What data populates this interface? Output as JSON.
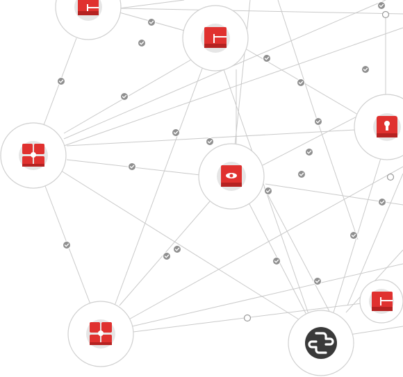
{
  "diagram": {
    "nodes": [
      {
        "id": "node-top-left",
        "icon": "red-block-icon",
        "color": "#e0312f"
      },
      {
        "id": "node-top-center",
        "icon": "red-block-icon",
        "color": "#e0312f"
      },
      {
        "id": "node-right",
        "icon": "red-keyhole-block-icon",
        "color": "#e0312f"
      },
      {
        "id": "node-left",
        "icon": "red-block-cluster-icon",
        "color": "#e0312f"
      },
      {
        "id": "node-center",
        "icon": "red-eye-block-icon",
        "color": "#e0312f"
      },
      {
        "id": "node-bottom-left",
        "icon": "red-block-cluster-icon",
        "color": "#e0312f"
      },
      {
        "id": "node-bottom-right",
        "icon": "red-block-icon",
        "color": "#e0312f"
      },
      {
        "id": "node-hub",
        "icon": "connector-hub-icon",
        "color": "#3a3a3a"
      }
    ],
    "badge_icons": {
      "verified": "check-badge-icon",
      "pending": "open-circle-badge-icon"
    },
    "colors": {
      "edge": "#c9c9c9",
      "badge": "#8f8f8f",
      "accent": "#e0312f"
    }
  }
}
